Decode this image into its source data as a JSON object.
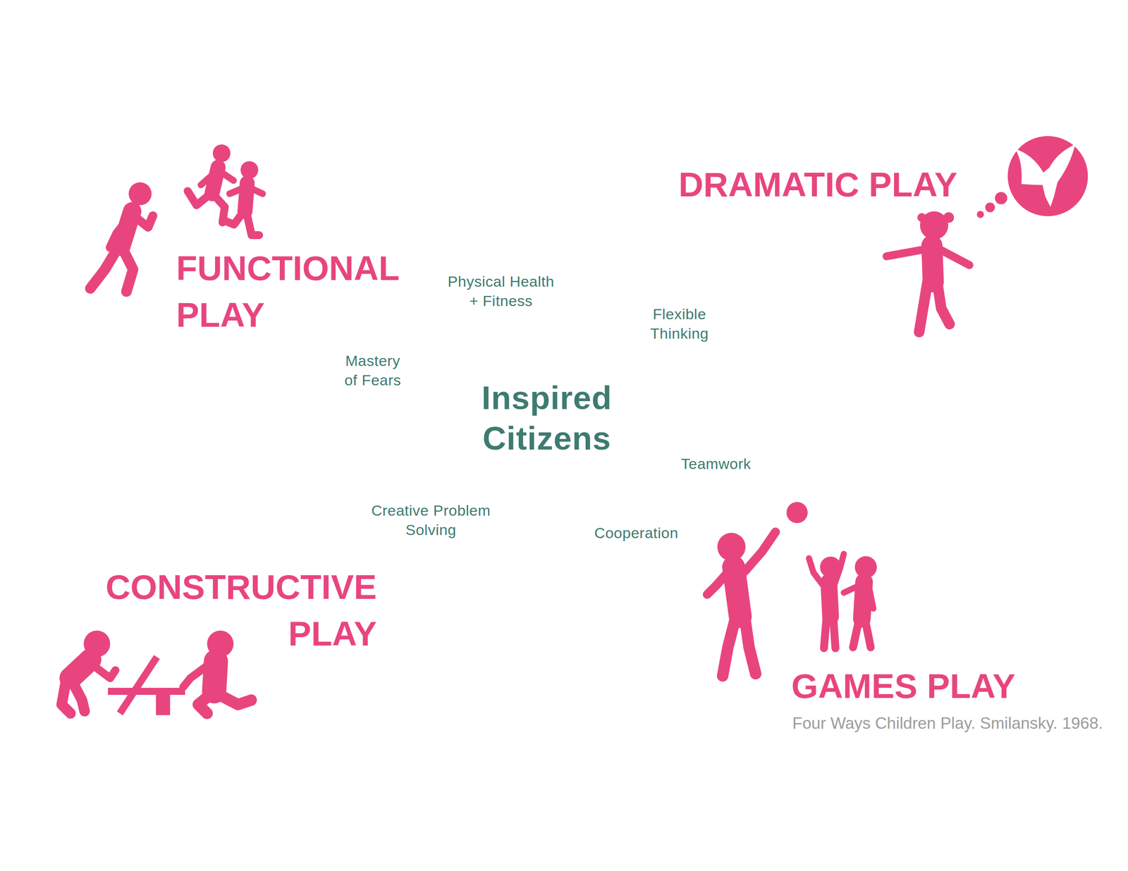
{
  "diagram": {
    "caption": "Four Ways Children Play. Smilansky. 1968.",
    "nodes": [
      {
        "text": [
          "FUNCTIONAL PLAY"
        ]
      },
      {
        "text": [
          "DRAMATIC PLAY"
        ]
      },
      {
        "text": [
          "CONSTRUCTIVE PLAY"
        ]
      },
      {
        "text": [
          "GAMES PLAY"
        ]
      },
      {
        "text": [
          "Inspired Citizens",
          "Physical Health + Fitness",
          "Flexible Thinking",
          "Mastery of Fears",
          "Teamwork",
          "Creative Problem Solving",
          "Cooperation"
        ]
      }
    ]
  }
}
